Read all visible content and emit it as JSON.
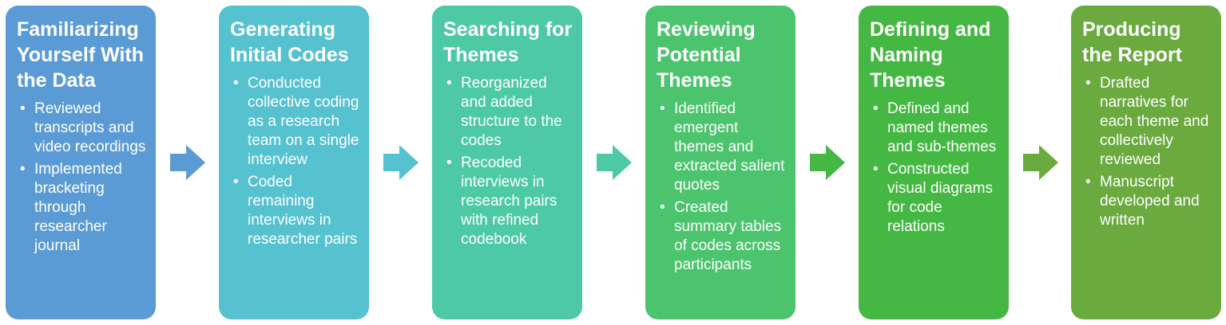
{
  "stages": [
    {
      "title": "Familiarizing Yourself With the Data",
      "color": "#5b9bd5",
      "items": [
        "Reviewed transcripts and video recordings",
        "Implemented bracketing through researcher journal"
      ]
    },
    {
      "title": "Generating Initial Codes",
      "color": "#56c1cf",
      "items": [
        "Conducted collective coding as a research team on a single interview",
        "Coded remaining interviews in researcher pairs"
      ]
    },
    {
      "title": "Searching for Themes",
      "color": "#4ec9a6",
      "items": [
        "Reorganized and added structure to the codes",
        "Recoded interviews in research pairs with refined codebook"
      ]
    },
    {
      "title": "Reviewing Potential Themes",
      "color": "#4cc46e",
      "items": [
        "Identified emergent themes and extracted salient quotes",
        "Created summary tables of codes across participants"
      ]
    },
    {
      "title": "Defining and Naming Themes",
      "color": "#45b843",
      "items": [
        "Defined and named themes and sub-themes",
        "Constructed visual diagrams for code relations"
      ]
    },
    {
      "title": "Producing the Report",
      "color": "#6aaa3e",
      "items": [
        "Drafted narratives for each theme and collectively reviewed",
        "Manuscript developed and written"
      ]
    }
  ],
  "arrows": [
    {
      "color": "#5b9bd5"
    },
    {
      "color": "#56c1cf"
    },
    {
      "color": "#4ec9a6"
    },
    {
      "color": "#45b843"
    },
    {
      "color": "#6aaa3e"
    }
  ]
}
